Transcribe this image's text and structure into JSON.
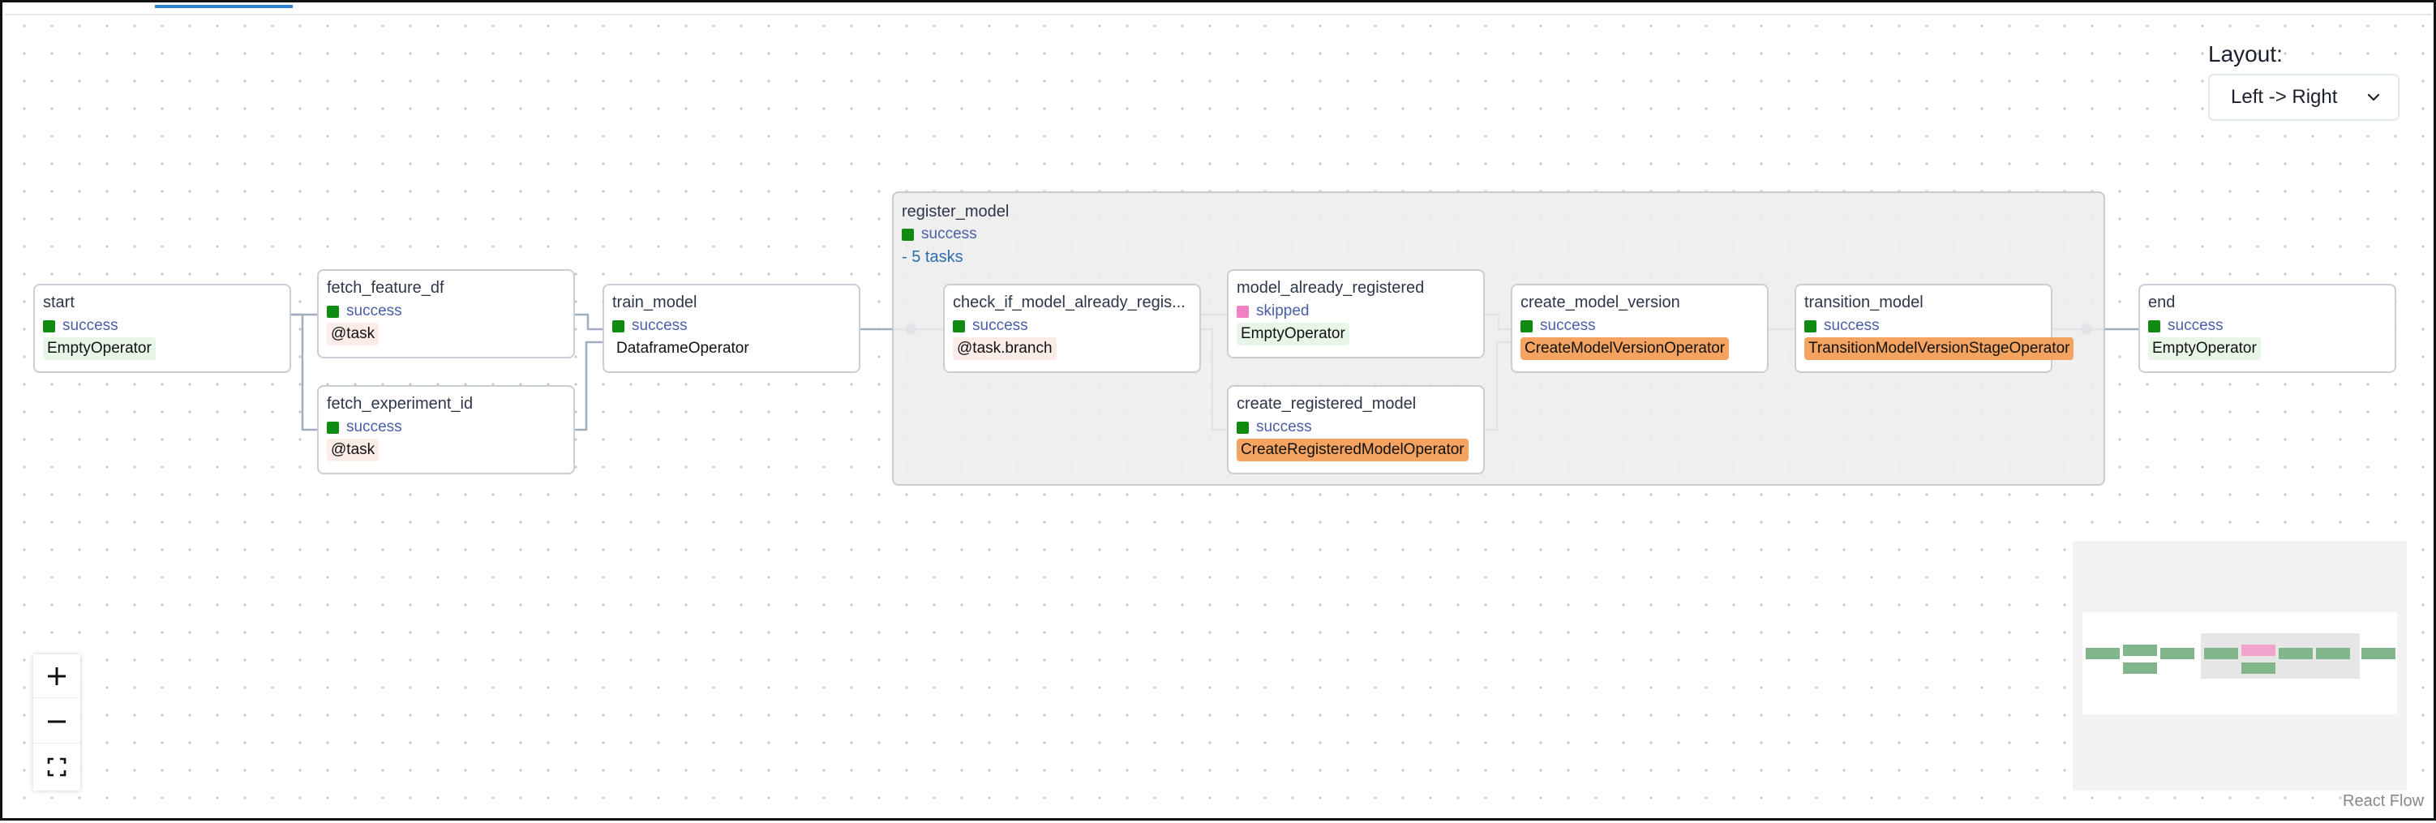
{
  "layout": {
    "label": "Layout:",
    "selected": "Left -> Right",
    "icon": "chevron-down-icon"
  },
  "group": {
    "title": "register_model",
    "status": "success",
    "toggle": "- 5 tasks"
  },
  "nodes": {
    "start": {
      "title": "start",
      "status": "success",
      "operator": "EmptyOperator"
    },
    "fetch_feature_df": {
      "title": "fetch_feature_df",
      "status": "success",
      "operator": "@task"
    },
    "fetch_experiment_id": {
      "title": "fetch_experiment_id",
      "status": "success",
      "operator": "@task"
    },
    "train_model": {
      "title": "train_model",
      "status": "success",
      "operator": "DataframeOperator"
    },
    "check_if_model_already_registered": {
      "title": "check_if_model_already_regis...",
      "status": "success",
      "operator": "@task.branch"
    },
    "model_already_registered": {
      "title": "model_already_registered",
      "status": "skipped",
      "operator": "EmptyOperator"
    },
    "create_registered_model": {
      "title": "create_registered_model",
      "status": "success",
      "operator": "CreateRegisteredModelOperator"
    },
    "create_model_version": {
      "title": "create_model_version",
      "status": "success",
      "operator": "CreateModelVersionOperator"
    },
    "transition_model": {
      "title": "transition_model",
      "status": "success",
      "operator": "TransitionModelVersionStageOperator"
    },
    "end": {
      "title": "end",
      "status": "success",
      "operator": "EmptyOperator"
    }
  },
  "colors": {
    "success": "#118a11",
    "skipped": "#ee82c2",
    "edge": "#a0aec0",
    "accent": "#3182ce",
    "operator_orange": "#f4a460"
  },
  "zoom_controls": {
    "zoom_in": "plus-icon",
    "zoom_out": "minus-icon",
    "fit_view": "fit-view-icon"
  },
  "attribution": "React Flow"
}
